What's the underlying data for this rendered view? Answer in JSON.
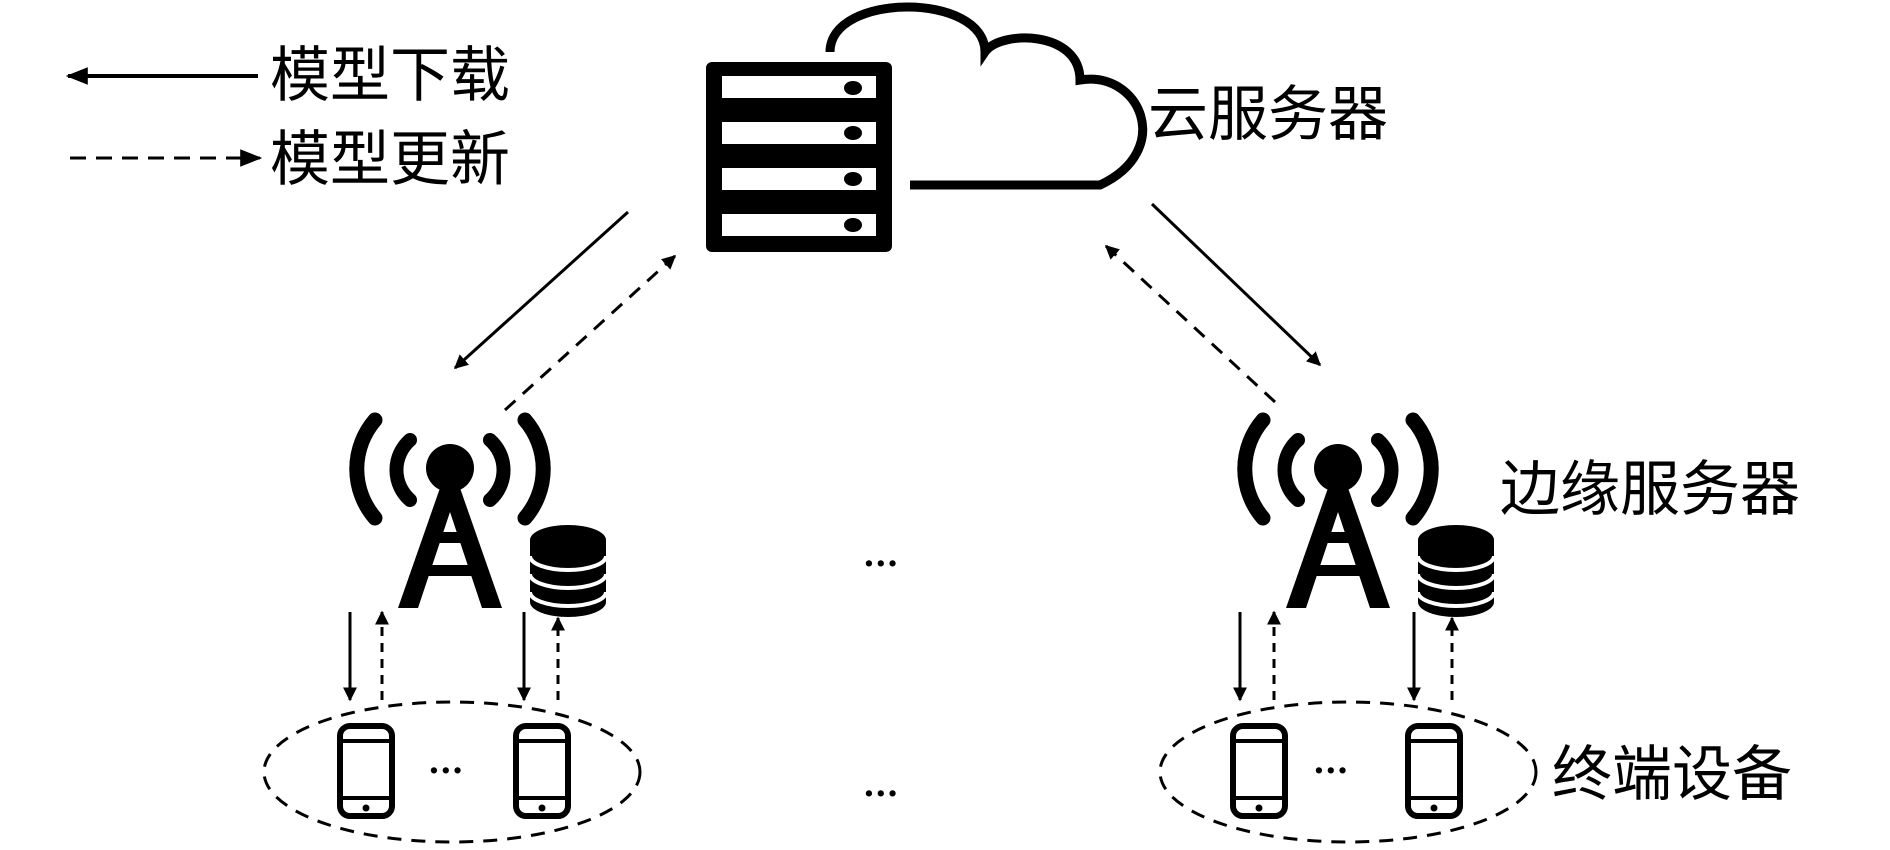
{
  "legend": {
    "download_label": "模型下载",
    "update_label": "模型更新"
  },
  "labels": {
    "cloud_server": "云服务器",
    "edge_server": "边缘服务器",
    "terminal_devices": "终端设备"
  },
  "ellipsis": {
    "middle_edge": "···",
    "middle_devices": "···",
    "left_devices": "···",
    "right_devices": "···"
  },
  "colors": {
    "ink": "#000000",
    "background": "#ffffff"
  },
  "icons": [
    "cloud-icon",
    "server-rack-icon",
    "antenna-tower-icon",
    "database-icon",
    "smartphone-icon"
  ]
}
